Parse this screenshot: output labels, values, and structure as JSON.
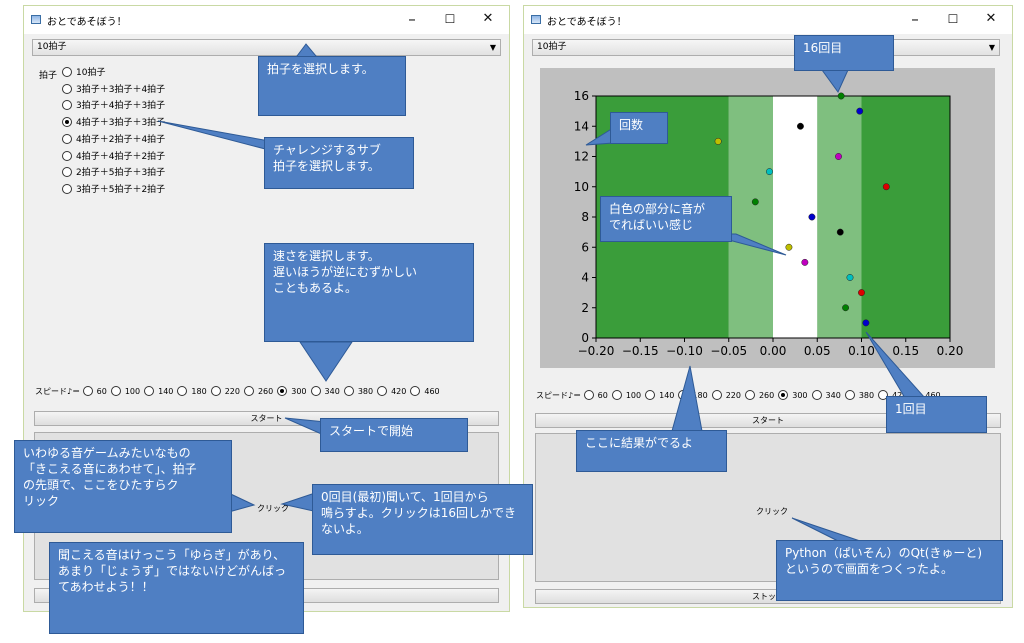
{
  "window": {
    "title": "おとであそぼう！",
    "minimize": "–",
    "maximize": "☐",
    "close": "✕"
  },
  "beat_combo": "10拍子",
  "beat_label": "拍子",
  "beat_options": [
    "10拍子",
    "3拍子＋3拍子＋4拍子",
    "3拍子＋4拍子＋3拍子",
    "4拍子＋3拍子＋3拍子",
    "4拍子＋2拍子＋4拍子",
    "4拍子＋4拍子＋2拍子",
    "2拍子＋5拍子＋3拍子",
    "3拍子＋5拍子＋2拍子"
  ],
  "beat_selected_index": 3,
  "speed_label": "スピード♪＝",
  "speed_options": [
    "60",
    "100",
    "140",
    "180",
    "220",
    "260",
    "300",
    "340",
    "380",
    "420",
    "460"
  ],
  "speed_selected": "300",
  "start_button": "スタート",
  "click_label": "クリック",
  "stop_button": "ストップ",
  "callouts": {
    "select_beat": "拍子を選択します。",
    "select_sub_beat": "チャレンジするサブ\n拍子を選択します。",
    "select_speed": "速さを選択します。\n遅いほうが逆にむずかしい\nこともあるよ。",
    "start": "スタートで開始",
    "game_intro": "いわゆる音ゲームみたいなもの\n「きこえる音にあわせて」、拍子\nの先頭で、ここをひたすらク\nリック",
    "first_listen": "0回目(最初)聞いて、1回目から\n鳴らすよ。クリックは16回しかでき\nないよ。",
    "sound_varies": "聞こえる音はけっこう「ゆらぎ」があり、\nあまり「じょうず」ではないけどがんばっ\nてあわせよう！！",
    "times_16": "16回目",
    "count": "回数",
    "white_zone": "白色の部分に音が\nでればいい感じ",
    "result_here": "ここに結果がでるよ",
    "times_1": "1回目",
    "python_qt": "Python（ぱいそん）のQt(きゅーと)\nというので画面をつくったよ。"
  },
  "chart_data": {
    "type": "scatter",
    "xlim": [
      -0.2,
      0.2
    ],
    "ylim": [
      0,
      16
    ],
    "x_ticks": [
      "−0.20",
      "−0.15",
      "−0.10",
      "−0.05",
      "0.00",
      "0.05",
      "0.10",
      "0.15",
      "0.20"
    ],
    "y_ticks": [
      "0",
      "2",
      "4",
      "6",
      "8",
      "10",
      "12",
      "14",
      "16"
    ],
    "bands": [
      {
        "from": -0.2,
        "to": -0.05,
        "color": "#3a9d3a"
      },
      {
        "from": -0.05,
        "to": 0.0,
        "color": "#7fbf7f"
      },
      {
        "from": 0.0,
        "to": 0.05,
        "color": "#ffffff"
      },
      {
        "from": 0.05,
        "to": 0.1,
        "color": "#7fbf7f"
      },
      {
        "from": 0.1,
        "to": 0.2,
        "color": "#3a9d3a"
      }
    ],
    "points": [
      {
        "x": 0.105,
        "y": 1,
        "color": "#0000cc"
      },
      {
        "x": 0.082,
        "y": 2,
        "color": "#008000"
      },
      {
        "x": 0.1,
        "y": 3,
        "color": "#dd0000"
      },
      {
        "x": 0.087,
        "y": 4,
        "color": "#00bfbf"
      },
      {
        "x": 0.036,
        "y": 5,
        "color": "#bf00bf"
      },
      {
        "x": 0.018,
        "y": 6,
        "color": "#bfbf00"
      },
      {
        "x": 0.076,
        "y": 7,
        "color": "#000000"
      },
      {
        "x": 0.044,
        "y": 8,
        "color": "#0000cc"
      },
      {
        "x": -0.02,
        "y": 9,
        "color": "#008000"
      },
      {
        "x": 0.128,
        "y": 10,
        "color": "#dd0000"
      },
      {
        "x": -0.004,
        "y": 11,
        "color": "#00bfbf"
      },
      {
        "x": 0.074,
        "y": 12,
        "color": "#bf00bf"
      },
      {
        "x": -0.062,
        "y": 13,
        "color": "#bfbf00"
      },
      {
        "x": 0.031,
        "y": 14,
        "color": "#000000"
      },
      {
        "x": 0.098,
        "y": 15,
        "color": "#0000cc"
      },
      {
        "x": 0.077,
        "y": 16,
        "color": "#008000"
      }
    ]
  }
}
